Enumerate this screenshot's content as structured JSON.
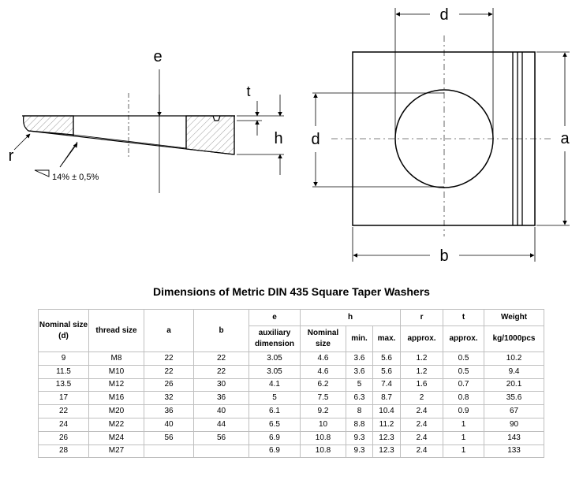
{
  "drawing": {
    "labels": {
      "e": "e",
      "t": "t",
      "h": "h",
      "r": "r",
      "slope": "14% ± 0,5%",
      "d_top": "d",
      "d_left": "d",
      "a": "a",
      "b": "b"
    }
  },
  "title": "Dimensions of Metric DIN 435 Square Taper Washers",
  "table": {
    "header": {
      "nominal": "Nominal size (d)",
      "thread": "thread size",
      "a": "a",
      "b": "b",
      "e": "e",
      "e_sub": "auxiliary dimension",
      "h": "h",
      "h_nominal": "Nominal size",
      "h_min": "min.",
      "h_max": "max.",
      "r": "r",
      "r_sub": "approx.",
      "t": "t",
      "t_sub": "approx.",
      "weight": "Weight",
      "weight_sub": "kg/1000pcs"
    },
    "rows": [
      [
        "9",
        "M8",
        "22",
        "22",
        "3.05",
        "4.6",
        "3.6",
        "5.6",
        "1.2",
        "0.5",
        "10.2"
      ],
      [
        "11.5",
        "M10",
        "22",
        "22",
        "3.05",
        "4.6",
        "3.6",
        "5.6",
        "1.2",
        "0.5",
        "9.4"
      ],
      [
        "13.5",
        "M12",
        "26",
        "30",
        "4.1",
        "6.2",
        "5",
        "7.4",
        "1.6",
        "0.7",
        "20.1"
      ],
      [
        "17",
        "M16",
        "32",
        "36",
        "5",
        "7.5",
        "6.3",
        "8.7",
        "2",
        "0.8",
        "35.6"
      ],
      [
        "22",
        "M20",
        "36",
        "40",
        "6.1",
        "9.2",
        "8",
        "10.4",
        "2.4",
        "0.9",
        "67"
      ],
      [
        "24",
        "M22",
        "40",
        "44",
        "6.5",
        "10",
        "8.8",
        "11.2",
        "2.4",
        "1",
        "90"
      ],
      [
        "26",
        "M24",
        "56",
        "56",
        "6.9",
        "10.8",
        "9.3",
        "12.3",
        "2.4",
        "1",
        "143"
      ],
      [
        "28",
        "M27",
        "",
        "",
        "6.9",
        "10.8",
        "9.3",
        "12.3",
        "2.4",
        "1",
        "133"
      ]
    ]
  }
}
